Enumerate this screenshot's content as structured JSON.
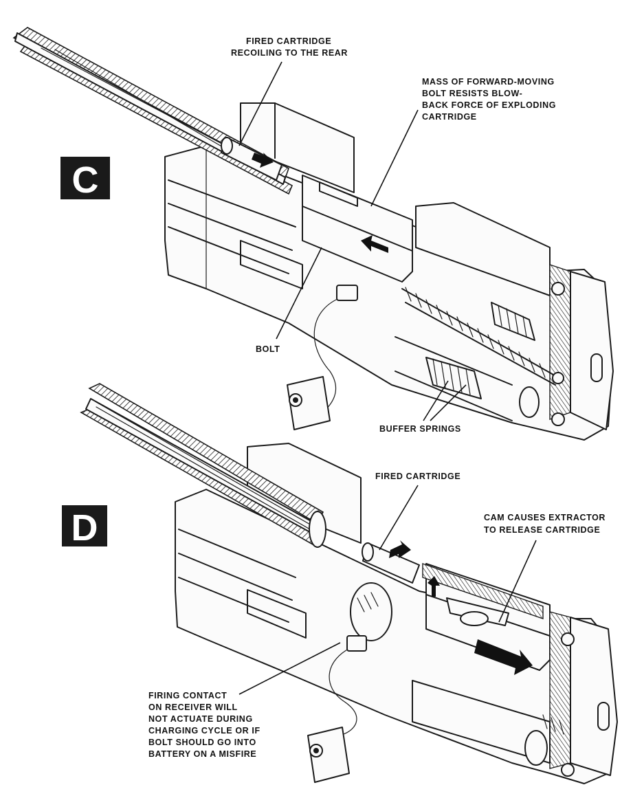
{
  "panels": [
    {
      "letter": "C",
      "labels": {
        "fired_cartridge_recoiling": [
          "FIRED CARTRIDGE",
          "RECOILING TO THE REAR"
        ],
        "mass_of_bolt": [
          "MASS OF FORWARD-MOVING",
          "BOLT RESISTS BLOW-",
          "BACK FORCE OF EXPLODING",
          "CARTRIDGE"
        ],
        "bolt": [
          "BOLT"
        ],
        "buffer_springs": [
          "BUFFER SPRINGS"
        ]
      }
    },
    {
      "letter": "D",
      "labels": {
        "fired_cartridge": [
          "FIRED CARTRIDGE"
        ],
        "cam_causes_extractor": [
          "CAM CAUSES EXTRACTOR",
          "TO RELEASE CARTRIDGE"
        ],
        "firing_contact": [
          "FIRING CONTACT",
          "ON RECEIVER WILL",
          "NOT ACTUATE DURING",
          "CHARGING CYCLE OR IF",
          "BOLT SHOULD GO INTO",
          "BATTERY ON A MISFIRE"
        ]
      }
    }
  ]
}
